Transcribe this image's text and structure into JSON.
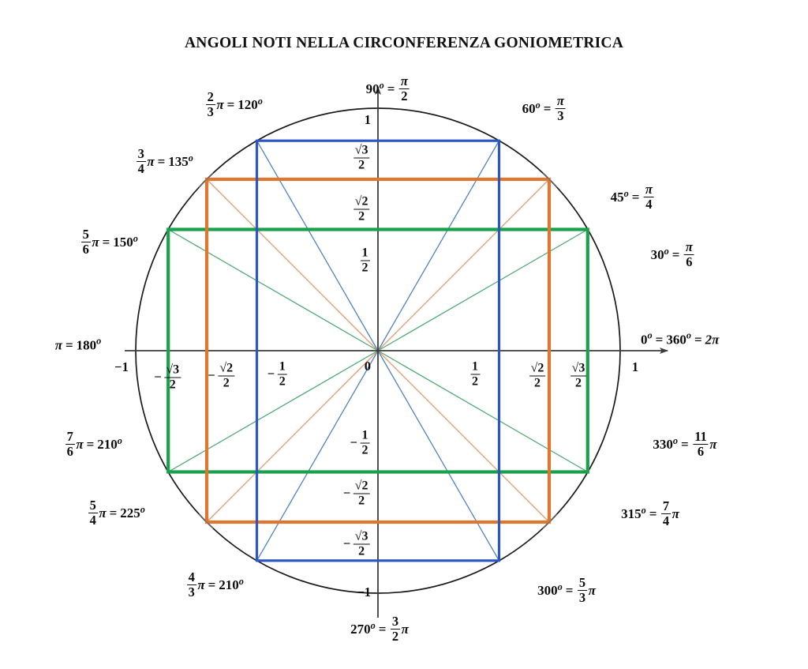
{
  "title": "ANGOLI NOTI NELLA CIRCONFERENZA GONIOMETRICA",
  "colors": {
    "circle": "#1a1a1a",
    "axis": "#3b3b3b",
    "blue": "#2b56c4",
    "blue_thin": "#4a7fc1",
    "orange": "#df7730",
    "orange_thin": "#dd9a6e",
    "green": "#19a04b",
    "green_thin": "#4aa870",
    "text": "#0d0d0d"
  },
  "chart_data": {
    "type": "scatter",
    "title": "ANGOLI NOTI NELLA CIRCONFERENZA GONIOMETRICA",
    "xlabel": "",
    "ylabel": "",
    "xlim": [
      -1,
      1
    ],
    "ylim": [
      -1,
      1
    ],
    "grid": false,
    "legend": "none",
    "description": "Unit circle (circonferenza goniometrica) with notable angles, inscribed rectangles at sin/cos = 1/2, sqrt2/2, sqrt3/2 and radii drawn to each notable point.",
    "radius_unit": 1,
    "x_ticks": [
      {
        "value": -1,
        "label": "-1"
      },
      {
        "value": -0.8660254,
        "label": "-√3/2"
      },
      {
        "value": -0.7071068,
        "label": "-√2/2"
      },
      {
        "value": -0.5,
        "label": "-1/2"
      },
      {
        "value": 0,
        "label": "0"
      },
      {
        "value": 0.5,
        "label": "1/2"
      },
      {
        "value": 0.7071068,
        "label": "√2/2"
      },
      {
        "value": 0.8660254,
        "label": "√3/2"
      },
      {
        "value": 1,
        "label": "1"
      }
    ],
    "y_ticks": [
      {
        "value": 1,
        "label": "1"
      },
      {
        "value": 0.8660254,
        "label": "√3/2"
      },
      {
        "value": 0.7071068,
        "label": "√2/2"
      },
      {
        "value": 0.5,
        "label": "1/2"
      },
      {
        "value": 0,
        "label": "0"
      },
      {
        "value": -0.5,
        "label": "-1/2"
      },
      {
        "value": -0.7071068,
        "label": "-√2/2"
      },
      {
        "value": -0.8660254,
        "label": "-√3/2"
      },
      {
        "value": -1,
        "label": "-1"
      }
    ],
    "rectangles": [
      {
        "name": "green-rect",
        "color": "#19a04b",
        "half_width": 0.8660254,
        "half_height": 0.5,
        "angles_deg": [
          30,
          150,
          210,
          330
        ]
      },
      {
        "name": "orange-rect",
        "color": "#df7730",
        "half_width": 0.7071068,
        "half_height": 0.7071068,
        "angles_deg": [
          45,
          135,
          225,
          315
        ]
      },
      {
        "name": "blue-rect",
        "color": "#2b56c4",
        "half_width": 0.5,
        "half_height": 0.8660254,
        "angles_deg": [
          60,
          120,
          240,
          300
        ]
      }
    ],
    "notable_angles": [
      {
        "deg": 0,
        "rad": "2π",
        "x": 1,
        "y": 0
      },
      {
        "deg": 30,
        "rad": "π/6",
        "x": 0.8660254,
        "y": 0.5
      },
      {
        "deg": 45,
        "rad": "π/4",
        "x": 0.7071068,
        "y": 0.7071068
      },
      {
        "deg": 60,
        "rad": "π/3",
        "x": 0.5,
        "y": 0.8660254
      },
      {
        "deg": 90,
        "rad": "π/2",
        "x": 0,
        "y": 1
      },
      {
        "deg": 120,
        "rad": "2π/3",
        "x": -0.5,
        "y": 0.8660254
      },
      {
        "deg": 135,
        "rad": "3π/4",
        "x": -0.7071068,
        "y": 0.7071068
      },
      {
        "deg": 150,
        "rad": "5π/6",
        "x": -0.8660254,
        "y": 0.5
      },
      {
        "deg": 180,
        "rad": "π",
        "x": -1,
        "y": 0
      },
      {
        "deg": 210,
        "rad": "7π/6",
        "x": -0.8660254,
        "y": -0.5
      },
      {
        "deg": 225,
        "rad": "5π/4",
        "x": -0.7071068,
        "y": -0.7071068
      },
      {
        "deg": 240,
        "rad": "4π/3",
        "x": -0.5,
        "y": -0.8660254
      },
      {
        "deg": 270,
        "rad": "3π/2",
        "x": 0,
        "y": -1
      },
      {
        "deg": 300,
        "rad": "5π/3",
        "x": 0.5,
        "y": -0.8660254
      },
      {
        "deg": 315,
        "rad": "7π/4",
        "x": 0.7071068,
        "y": -0.7071068
      },
      {
        "deg": 330,
        "rad": "11π/6",
        "x": 0.8660254,
        "y": -0.5
      }
    ]
  },
  "angle_labels": {
    "a120": {
      "num": "2",
      "den": "3",
      "pi": "π",
      "eq": "=",
      "deg": "120",
      "degsym": "o"
    },
    "a135": {
      "num": "3",
      "den": "4",
      "pi": "π",
      "eq": "=",
      "deg": "135",
      "degsym": "o"
    },
    "a150": {
      "num": "5",
      "den": "6",
      "pi": "π",
      "eq": "=",
      "deg": "150",
      "degsym": "o"
    },
    "a180": {
      "pi": "π",
      "eq": "=",
      "deg": "180",
      "degsym": "o"
    },
    "a210": {
      "num": "7",
      "den": "6",
      "pi": "π",
      "eq": "=",
      "deg": "210",
      "degsym": "o"
    },
    "a225": {
      "num": "5",
      "den": "4",
      "pi": "π",
      "eq": "=",
      "deg": "225",
      "degsym": "o"
    },
    "a240": {
      "num": "4",
      "den": "3",
      "pi": "π",
      "eq": "=",
      "deg": "210",
      "degsym": "o"
    },
    "a270": {
      "deg": "270",
      "degsym": "o",
      "eq": "=",
      "num": "3",
      "den": "2",
      "pi": "π"
    },
    "a300": {
      "deg": "300",
      "degsym": "o",
      "eq": "=",
      "num": "5",
      "den": "3",
      "pi": "π"
    },
    "a315": {
      "deg": "315",
      "degsym": "o",
      "eq": "=",
      "num": "7",
      "den": "4",
      "pi": "π"
    },
    "a330": {
      "deg": "330",
      "degsym": "o",
      "eq": "=",
      "num": "11",
      "den": "6",
      "pi": "π"
    },
    "a0": {
      "deg": "0",
      "degsym": "o",
      "eq1": "=",
      "deg2": "360",
      "degsym2": "o",
      "eq2": "=",
      "two_pi": "2π"
    },
    "a30": {
      "deg": "30",
      "degsym": "o",
      "eq": "=",
      "num": "π",
      "den": "6"
    },
    "a45": {
      "deg": "45",
      "degsym": "o",
      "eq": "=",
      "num": "π",
      "den": "4"
    },
    "a60": {
      "deg": "60",
      "degsym": "o",
      "eq": "=",
      "num": "π",
      "den": "3"
    },
    "a90": {
      "deg": "90",
      "degsym": "o",
      "eq": "=",
      "num": "π",
      "den": "2"
    }
  },
  "ticks": {
    "y_one": "1",
    "y_sqrt3_num": "√3",
    "y_sqrt3_den": "2",
    "y_sqrt2_num": "√2",
    "y_sqrt2_den": "2",
    "y_half_num": "1",
    "y_half_den": "2",
    "origin": "0",
    "y_neg_half_num": "1",
    "y_neg_half_den": "2",
    "y_neg_sqrt2_num": "√2",
    "y_neg_sqrt2_den": "2",
    "y_neg_sqrt3_num": "√3",
    "y_neg_sqrt3_den": "2",
    "y_neg_one": "−1",
    "x_neg_one": "−1",
    "x_neg_sqrt3_num": "√3",
    "x_neg_sqrt3_den": "2",
    "x_neg_sqrt2_num": "√2",
    "x_neg_sqrt2_den": "2",
    "x_neg_half_num": "1",
    "x_neg_half_den": "2",
    "x_half_num": "1",
    "x_half_den": "2",
    "x_sqrt2_num": "√2",
    "x_sqrt2_den": "2",
    "x_sqrt3_num": "√3",
    "x_sqrt3_den": "2",
    "x_one": "1",
    "minus": "−"
  }
}
